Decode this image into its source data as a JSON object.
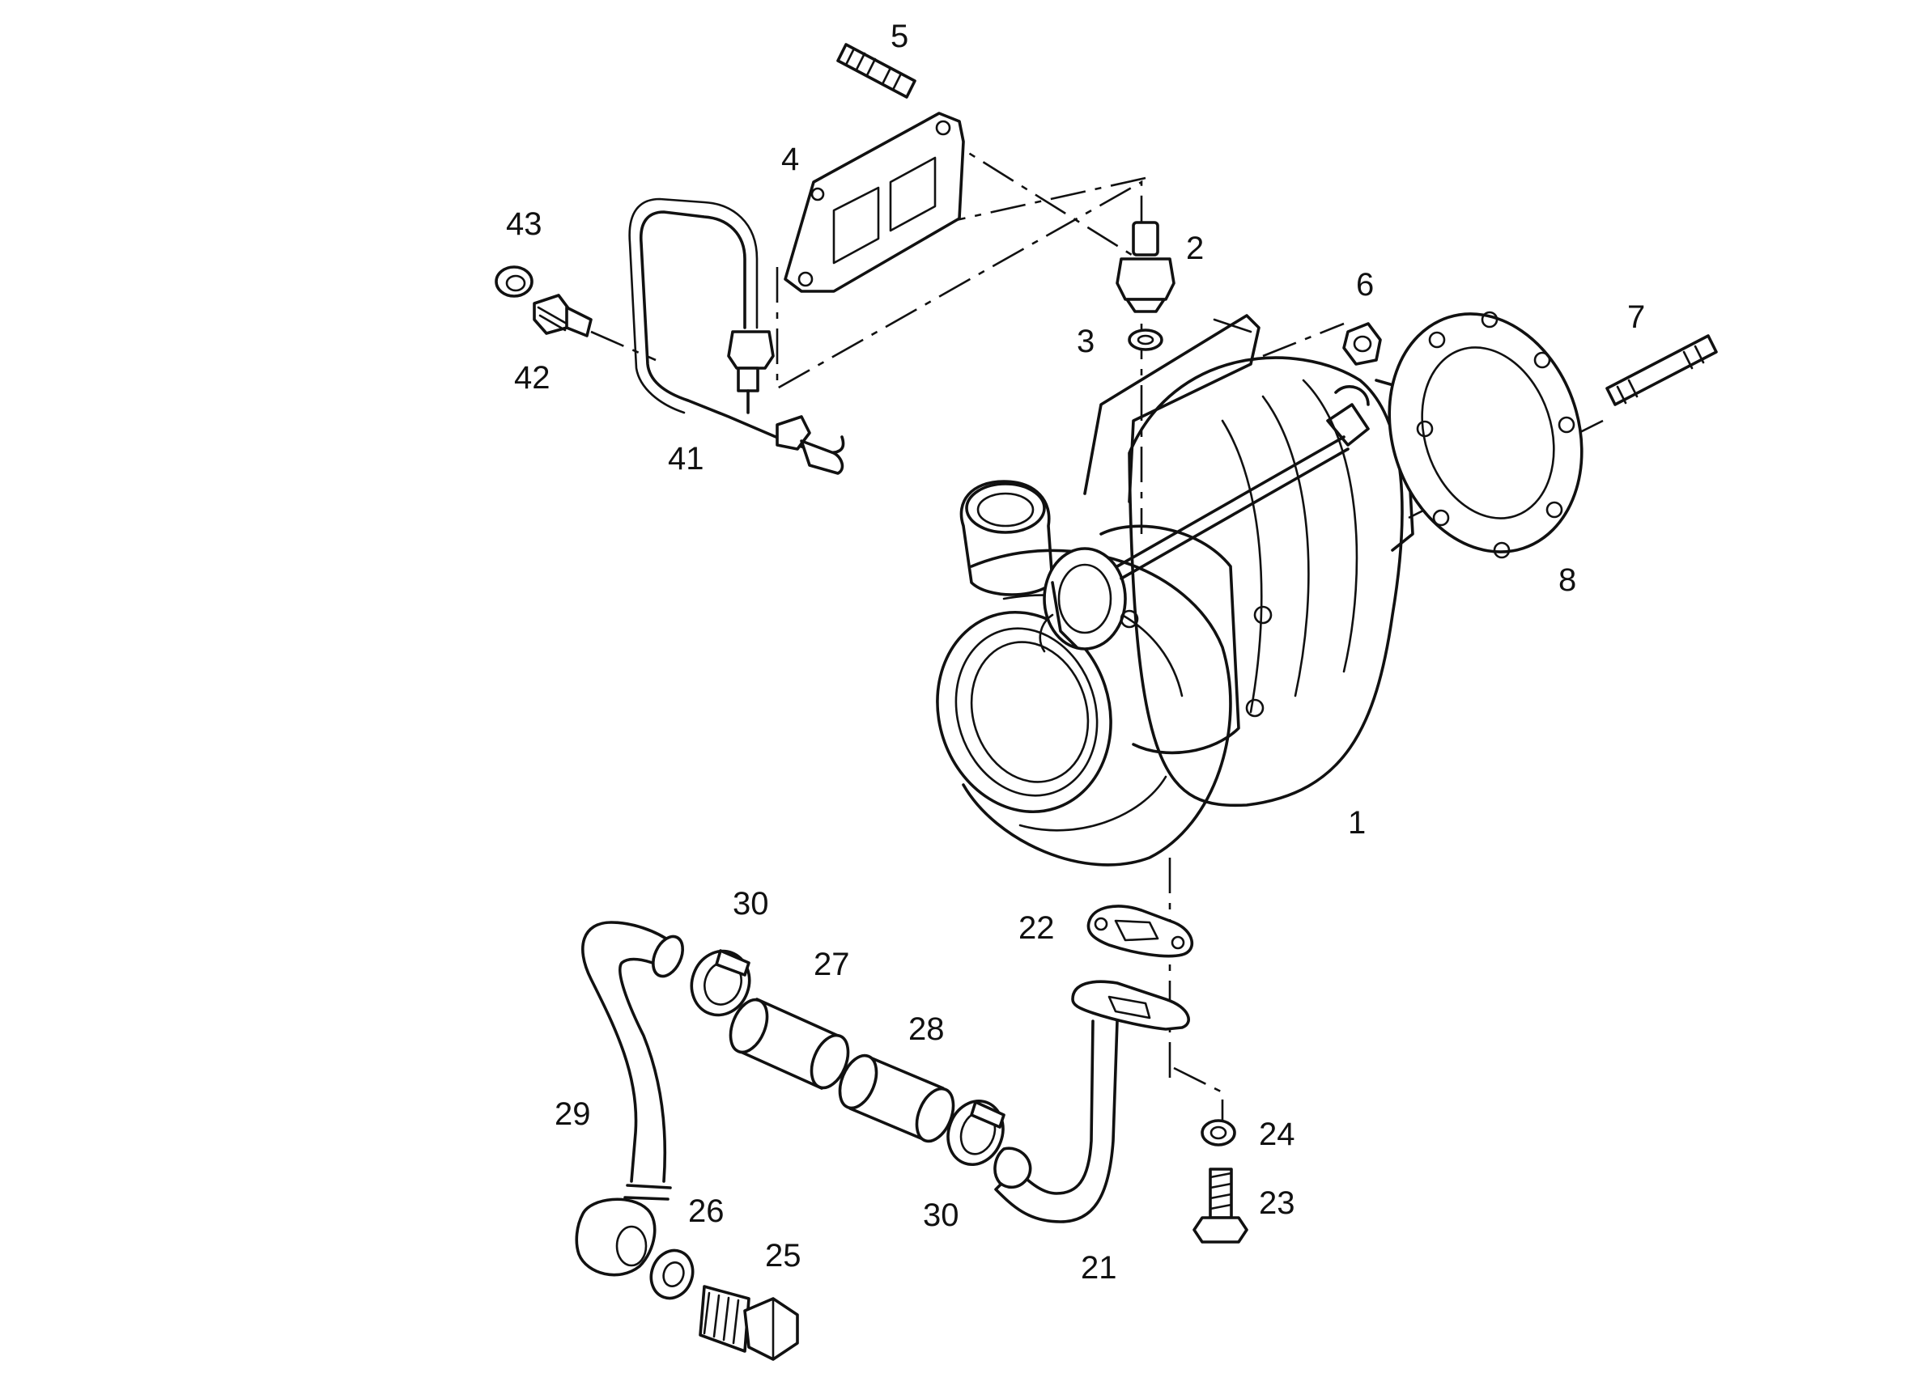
{
  "diagram": {
    "callouts": [
      {
        "id": "c1",
        "text": "1"
      },
      {
        "id": "c2",
        "text": "2"
      },
      {
        "id": "c3",
        "text": "3"
      },
      {
        "id": "c4",
        "text": "4"
      },
      {
        "id": "c5",
        "text": "5"
      },
      {
        "id": "c6",
        "text": "6"
      },
      {
        "id": "c7",
        "text": "7"
      },
      {
        "id": "c8",
        "text": "8"
      },
      {
        "id": "c21",
        "text": "21"
      },
      {
        "id": "c22",
        "text": "22"
      },
      {
        "id": "c23",
        "text": "23"
      },
      {
        "id": "c24",
        "text": "24"
      },
      {
        "id": "c25",
        "text": "25"
      },
      {
        "id": "c26",
        "text": "26"
      },
      {
        "id": "c27",
        "text": "27"
      },
      {
        "id": "c28",
        "text": "28"
      },
      {
        "id": "c29",
        "text": "29"
      },
      {
        "id": "c30a",
        "text": "30"
      },
      {
        "id": "c30b",
        "text": "30"
      },
      {
        "id": "c41",
        "text": "41"
      },
      {
        "id": "c42",
        "text": "42"
      },
      {
        "id": "c43",
        "text": "43"
      }
    ]
  }
}
